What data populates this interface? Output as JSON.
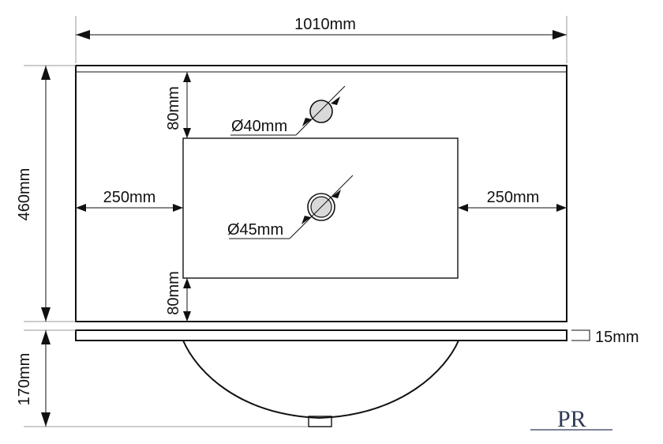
{
  "dimensions": {
    "total_width": "1010mm",
    "total_depth": "460mm",
    "back_margin": "80mm",
    "front_margin": "80mm",
    "left_margin": "250mm",
    "right_margin": "250mm",
    "tap_hole": "Ø40mm",
    "drain_hole": "Ø45mm",
    "slab_thickness": "15mm",
    "bowl_depth": "170mm"
  },
  "logo": {
    "text": "PR",
    "color": "#2f3a57"
  },
  "colors": {
    "line": "#111111",
    "extension": "#9a9a9a",
    "hole_fill": "#d9d9d9"
  }
}
